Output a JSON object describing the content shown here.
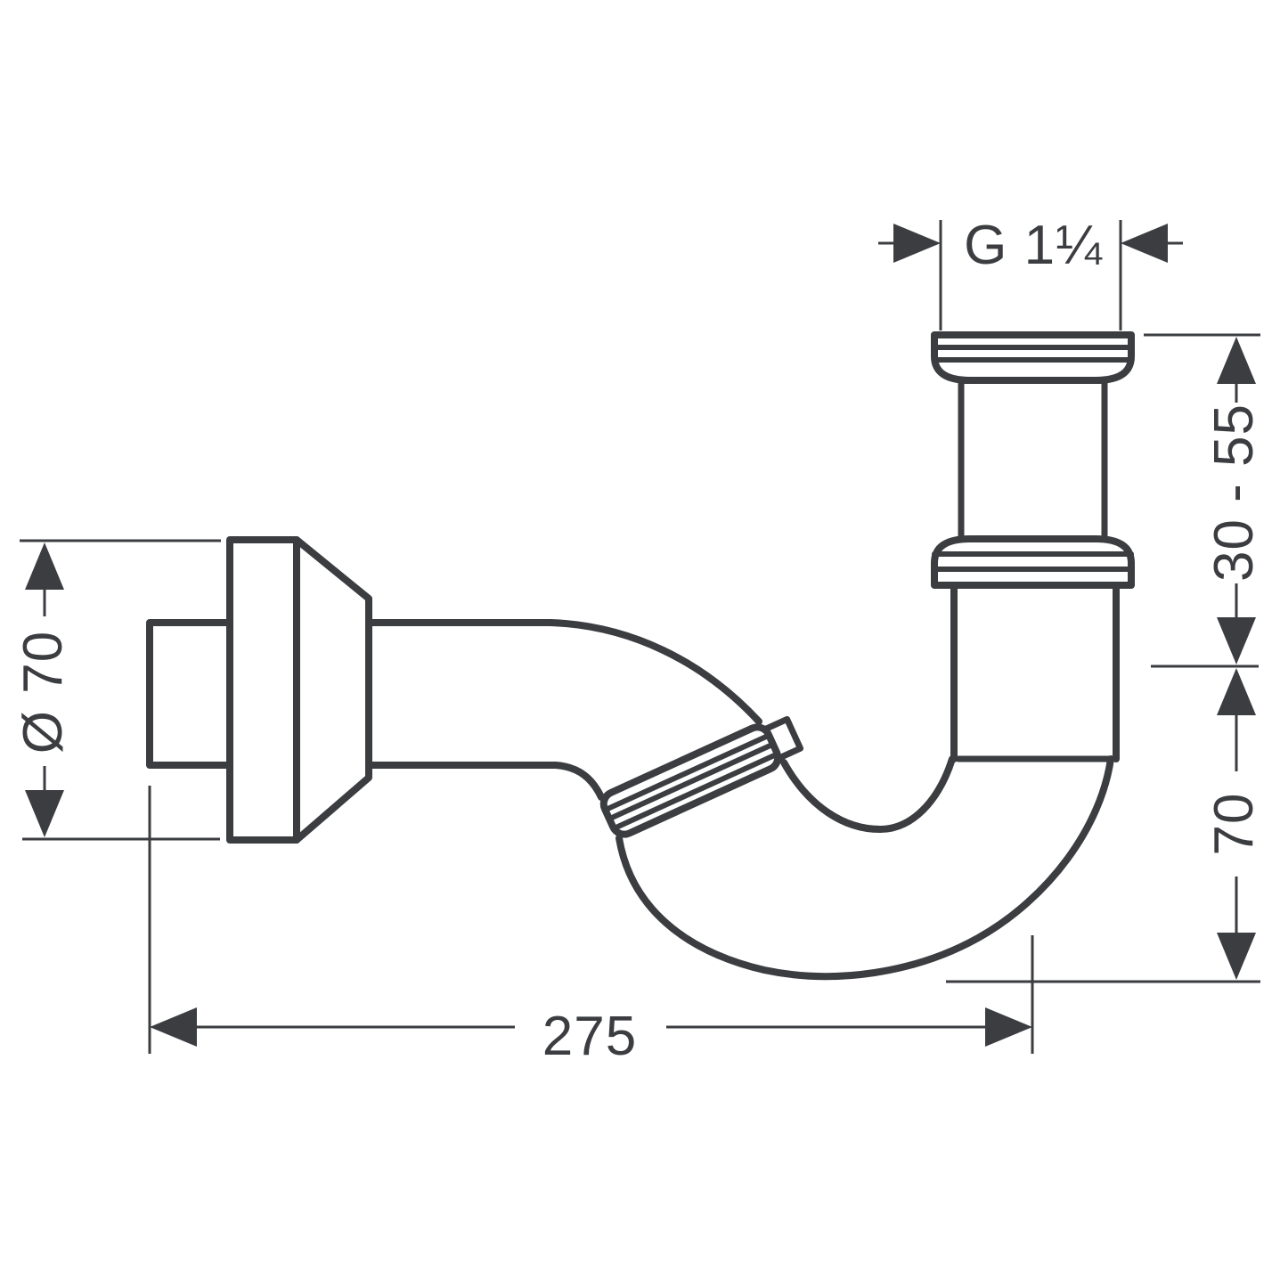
{
  "drawing": {
    "background_color": "#ffffff",
    "stroke_color": "#3b3d40",
    "labels": {
      "thread_size": "G 1¼",
      "height_range": "30 - 55",
      "drop_height": "70",
      "flange_diameter": "Ø 70",
      "overall_length": "275"
    }
  }
}
